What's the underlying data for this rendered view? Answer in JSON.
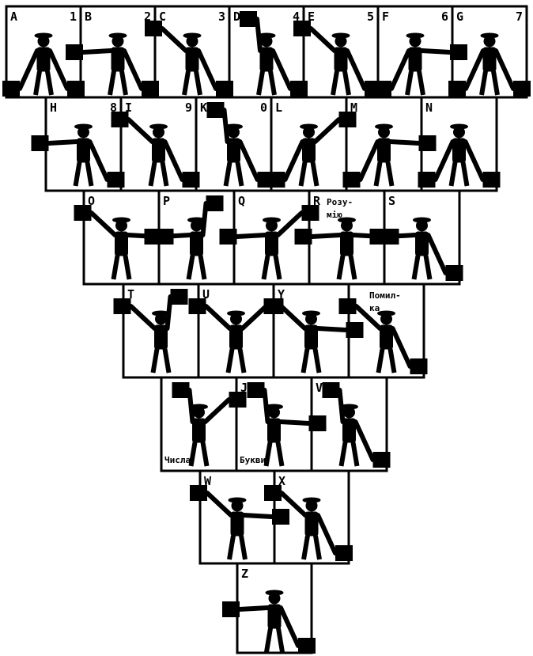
{
  "rows": [
    [
      {
        "letter": "A",
        "number": "1",
        "flags": "low-low"
      },
      {
        "letter": "B",
        "number": "2",
        "flags": "mid-low"
      },
      {
        "letter": "C",
        "number": "3",
        "flags": "diag-low"
      },
      {
        "letter": "D",
        "number": "4",
        "flags": "up-low"
      },
      {
        "letter": "E",
        "number": "5",
        "flags": "diag-low"
      },
      {
        "letter": "F",
        "number": "6",
        "flags": "low-mid"
      },
      {
        "letter": "G",
        "number": "7",
        "flags": "low-low"
      }
    ],
    [
      {
        "letter": "H",
        "number": "8",
        "flags": "mid-low"
      },
      {
        "letter": "I",
        "number": "9",
        "flags": "diag-low"
      },
      {
        "letter": "K",
        "number": "0",
        "flags": "up-low"
      },
      {
        "letter": "L",
        "number": "",
        "flags": "low-diag"
      },
      {
        "letter": "M",
        "number": "",
        "flags": "low-mid"
      },
      {
        "letter": "N",
        "number": "",
        "flags": "low-low"
      }
    ],
    [
      {
        "letter": "O",
        "number": "",
        "flags": "diag-mid"
      },
      {
        "letter": "P",
        "number": "",
        "flags": "mid-up"
      },
      {
        "letter": "Q",
        "number": "",
        "flags": "mid-diag"
      },
      {
        "letter": "R",
        "number": "",
        "label": [
          "Розу-",
          "мію"
        ],
        "flags": "mid-mid"
      },
      {
        "letter": "S",
        "number": "",
        "flags": "mid-low"
      }
    ],
    [
      {
        "letter": "T",
        "number": "",
        "flags": "diag-up"
      },
      {
        "letter": "U",
        "number": "",
        "flags": "diag-diag"
      },
      {
        "letter": "Y",
        "number": "",
        "flags": "diag-mid"
      },
      {
        "letter": "",
        "number": "",
        "label": [
          "Помил-",
          "ка"
        ],
        "flags": "diag-low"
      }
    ],
    [
      {
        "letter": "",
        "number": "",
        "label_bottom": "Числа",
        "flags": "up-diag"
      },
      {
        "letter": "J",
        "number": "",
        "label_bottom": "Букви",
        "flags": "up-mid"
      },
      {
        "letter": "V",
        "number": "",
        "flags": "up-low"
      }
    ],
    [
      {
        "letter": "W",
        "number": "",
        "flags": "diag-mid"
      },
      {
        "letter": "X",
        "number": "",
        "flags": "diag-low"
      }
    ],
    [
      {
        "letter": "Z",
        "number": "",
        "flags": "mid-low"
      }
    ]
  ]
}
